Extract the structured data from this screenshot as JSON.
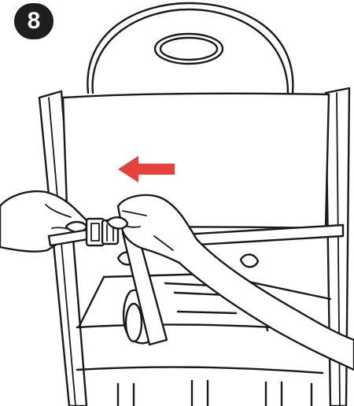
{
  "step": {
    "number": "8",
    "badge_color": "#1e1e1e",
    "badge_text_color": "#ffffff"
  },
  "illustration": {
    "subject": "high-chair-seat-back-with-strap",
    "line_color": "#1a1a1a",
    "arrow": {
      "direction": "left",
      "color": "#e8413c"
    },
    "icons": [
      "chair-backrest-icon",
      "strap-buckle-icon",
      "hand-icon",
      "direction-arrow-icon"
    ]
  }
}
